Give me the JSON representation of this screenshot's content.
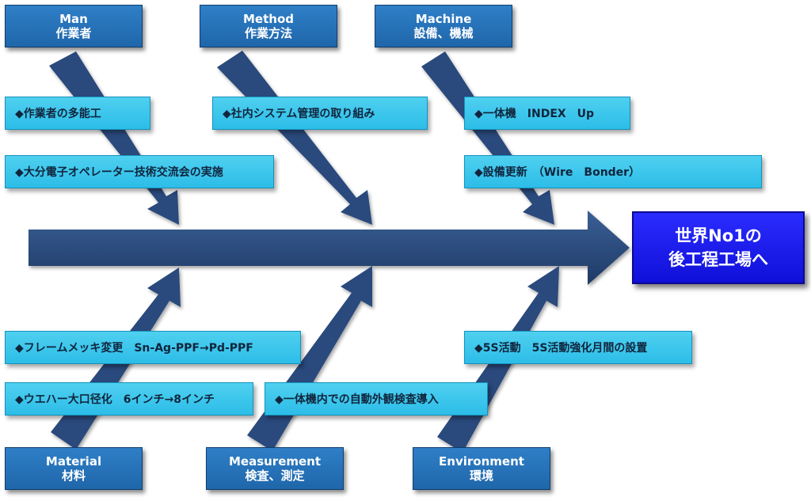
{
  "goal": {
    "line1": "世界No1の",
    "line2": "後工程工場へ"
  },
  "categories": {
    "man": {
      "en": "Man",
      "jp": "作業者"
    },
    "method": {
      "en": "Method",
      "jp": "作業方法"
    },
    "machine": {
      "en": "Machine",
      "jp": "設備、機械"
    },
    "material": {
      "en": "Material",
      "jp": "材料"
    },
    "measurement": {
      "en": "Measurement",
      "jp": "検査、測定"
    },
    "environment": {
      "en": "Environment",
      "jp": "環境"
    }
  },
  "items": {
    "man_1": "◆作業者の多能工",
    "man_2": "◆大分電子オペレーター技術交流会の実施",
    "method_1": "◆社内システム管理の取り組み",
    "machine_1": "◆一体機　INDEX　Up",
    "machine_2": "◆設備更新　（Wire　Bonder）",
    "material_1": "◆フレームメッキ変更　Sn-Ag-PPF→Pd-PPF",
    "material_2": "◆ウエハー大口径化　6インチ→8インチ",
    "measurement_1": "◆一体機内での自動外観検査導入",
    "environment_1": "◆5S活動　5S活動強化月間の設置"
  },
  "colors": {
    "arrow": "#2a4a7c",
    "category_box": "#1f66aa",
    "item_box": "#38c6ec",
    "goal_box": "#1a1ae6"
  }
}
